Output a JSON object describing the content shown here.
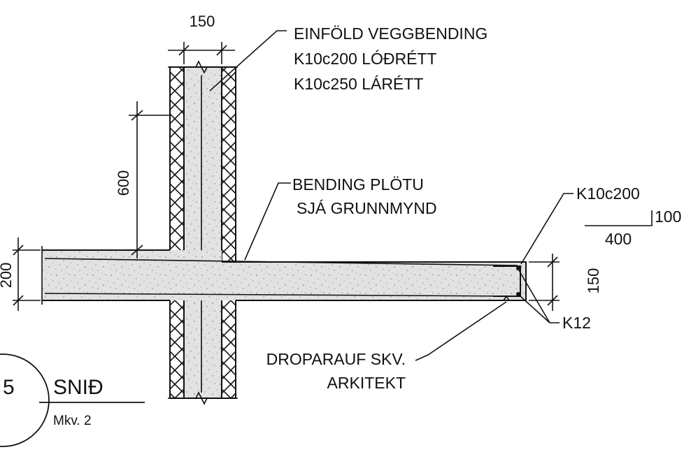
{
  "annotations": {
    "wall_rebar": [
      "EINFÖLD VEGGBENDING",
      "K10c200 LÓÐRÉTT",
      "K10c250 LÁRÉTT"
    ],
    "slab_rebar": [
      "BENDING PLÖTU",
      "SJÁ GRUNNMYND"
    ],
    "edge_bar": "K10c200",
    "edge_bar_leg": "100",
    "edge_bar_length": "400",
    "corner_bars": "K12",
    "drip_groove": [
      "DROPARAUF SKV.",
      "ARKITEKT"
    ]
  },
  "dimensions": {
    "wall_thickness": "150",
    "wall_height_above_slab": "600",
    "slab_thickness": "200",
    "slab_edge_thickness": "150"
  },
  "title_block": {
    "detail_number": "5",
    "title": "SNIÐ",
    "scale": "Mkv. 2"
  },
  "colors": {
    "line": "#111111",
    "concrete_fill": "#e2e2e2",
    "concrete_speckle": "#8a8a8a",
    "background": "#ffffff"
  }
}
